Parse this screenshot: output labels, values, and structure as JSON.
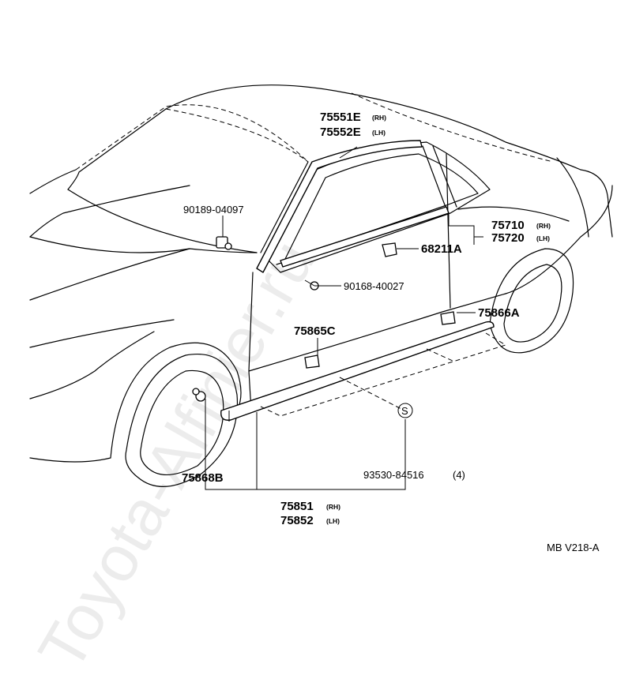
{
  "watermark": "Toyota-Alfinier.ru",
  "diagram_code": "MB V218-A",
  "parts": {
    "roof_molding": {
      "rh": "75551E",
      "rh_tag": "(RH)",
      "lh": "75552E",
      "lh_tag": "(LH)"
    },
    "belt_molding": {
      "rh": "75710",
      "rh_tag": "(RH)",
      "lh": "75720",
      "lh_tag": "(LH)"
    },
    "belt_clip": "68211A",
    "clip_90189": "90189-04097",
    "clip_90168": "90168-40027",
    "clip_75865c": "75865C",
    "clip_75866a": "75866A",
    "clip_75868b": "75868B",
    "side_molding": {
      "rh": "75851",
      "rh_tag": "(RH)",
      "lh": "75852",
      "lh_tag": "(LH)"
    },
    "tape": {
      "number": "93530-84516",
      "qty": "(4)",
      "symbol": "S"
    }
  }
}
